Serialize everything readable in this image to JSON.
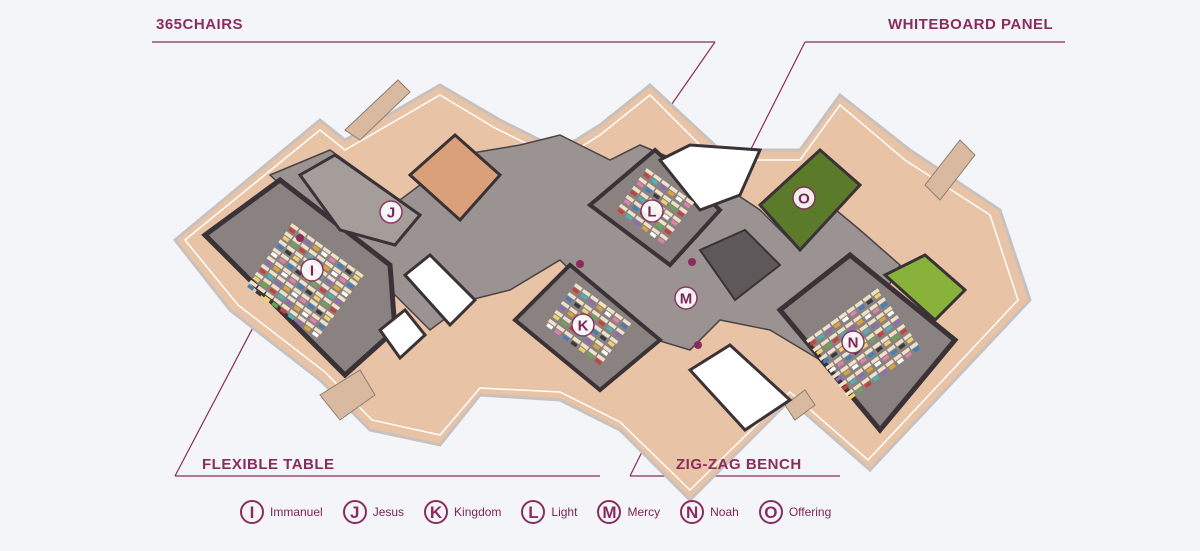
{
  "callouts": {
    "top_left": "365CHAIRS",
    "top_right": "WHITEBOARD PANEL",
    "bottom_left": "FLEXIBLE TABLE",
    "bottom_right": "ZIG-ZAG BENCH"
  },
  "zones": [
    {
      "letter": "I",
      "name": "Immanuel"
    },
    {
      "letter": "J",
      "name": "Jesus"
    },
    {
      "letter": "K",
      "name": "Kingdom"
    },
    {
      "letter": "L",
      "name": "Light"
    },
    {
      "letter": "M",
      "name": "Mercy"
    },
    {
      "letter": "N",
      "name": "Noah"
    },
    {
      "letter": "O",
      "name": "Offering"
    }
  ],
  "colors": {
    "accent": "#8a2c5e",
    "floor_peach": "#e8c3a6",
    "room_gray": "#8a8280",
    "wall_dark": "#3a3236",
    "green_room": "#5b7a2a",
    "lime_room": "#88b23a",
    "orange_room": "#d9a07a"
  }
}
